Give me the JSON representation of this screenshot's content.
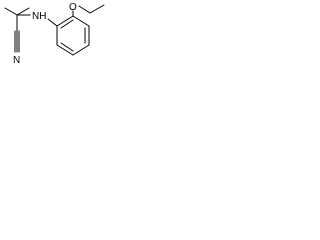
{
  "molecule": {
    "atoms": {
      "amine_nitrogen": "NH",
      "nitrile_nitrogen": "N",
      "ether_oxygen": "O"
    },
    "colors": {
      "bond": "#000000",
      "label": "#000000",
      "background": "#ffffff"
    }
  }
}
